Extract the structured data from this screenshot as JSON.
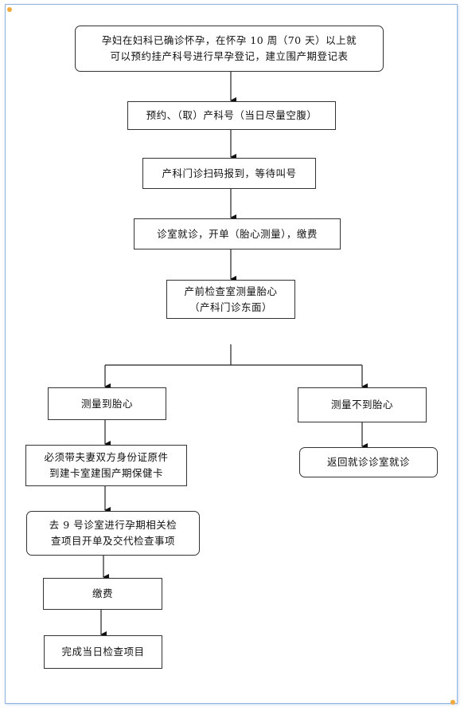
{
  "steps": {
    "s1": {
      "line1": "孕妇在妇科已确诊怀孕，在怀孕 10 周（70 天）以上就",
      "line2": "可以预约挂产科号进行早孕登记，建立围产期登记表"
    },
    "s2": {
      "text": "预约、（取）产科号（当日尽量空腹）"
    },
    "s3": {
      "text": "产科门诊扫码报到，等待叫号"
    },
    "s4": {
      "text": "诊室就诊，开单（胎心测量），缴费"
    },
    "s5": {
      "line1": "产前检查室测量胎心",
      "line2": "（产科门诊东面）"
    },
    "left1": {
      "text": "测量到胎心"
    },
    "right1": {
      "text": "测量不到胎心"
    },
    "right2": {
      "text": "返回就诊诊室就诊"
    },
    "left2": {
      "line1": "必须带夫妻双方身份证原件",
      "line2": "到建卡室建围产期保健卡"
    },
    "left3": {
      "line1": "去 9 号诊室进行孕期相关检",
      "line2": "查项目开单及交代检查事项"
    },
    "left4": {
      "text": "缴费"
    },
    "left5": {
      "text": "完成当日检查项目"
    }
  },
  "colors": {
    "frame": "#8fb4e3",
    "corner_dot": "#f2a93b",
    "stroke": "#333333"
  }
}
